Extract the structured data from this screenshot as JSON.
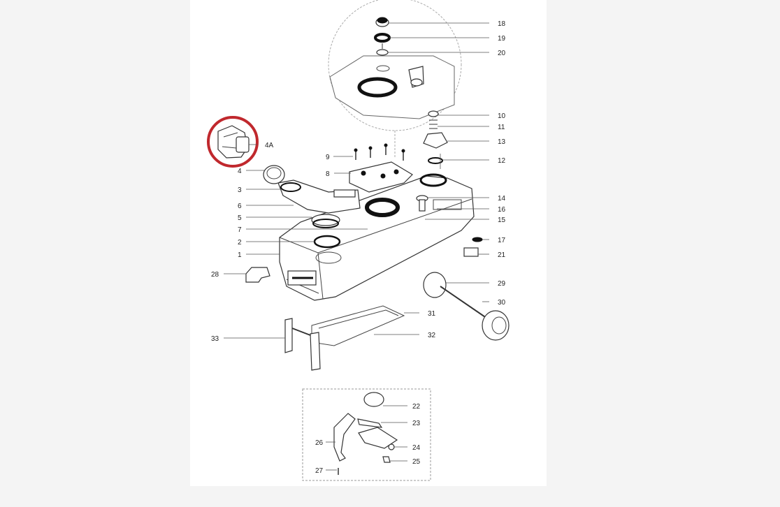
{
  "diagram": {
    "labels": {
      "p1": "1",
      "p2": "2",
      "p3": "3",
      "p4": "4",
      "p4a": "4A",
      "p5": "5",
      "p6": "6",
      "p7": "7",
      "p8": "8",
      "p9": "9",
      "p10": "10",
      "p11": "11",
      "p12": "12",
      "p13": "13",
      "p14": "14",
      "p15": "15",
      "p16": "16",
      "p17": "17",
      "p18": "18",
      "p19": "19",
      "p20": "20",
      "p21": "21",
      "p22": "22",
      "p23": "23",
      "p24": "24",
      "p25": "25",
      "p26": "26",
      "p27": "27",
      "p28": "28",
      "p29": "29",
      "p30": "30",
      "p31": "31",
      "p32": "32",
      "p33": "33"
    },
    "colors": {
      "highlight": "#c0282d",
      "line": "#333333",
      "background": "#ffffff",
      "page": "#f4f4f4"
    }
  }
}
